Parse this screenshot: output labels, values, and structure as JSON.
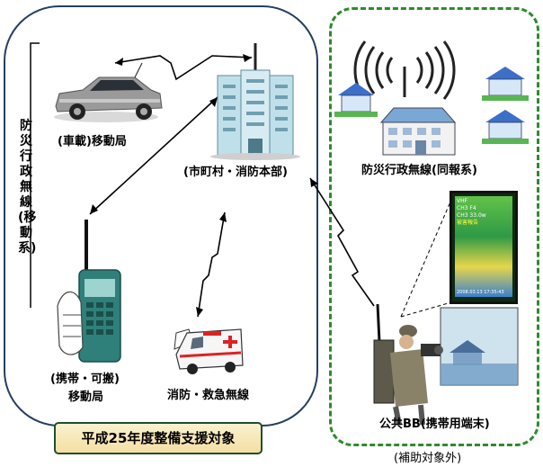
{
  "regions": {
    "subsidy_target": {
      "banner": "平成25年度整備支援対象",
      "vertical_title": "防災行政無線(移動系)"
    },
    "subsidy_excluded": {
      "note": "(補助対象外)"
    }
  },
  "nodes": {
    "vehicle": {
      "label": "(車載)移動局",
      "icon": "car-icon"
    },
    "headquarters": {
      "label": "(市町村・消防本部)",
      "icon": "building-icon"
    },
    "handheld": {
      "label_line1": "(携帯・可搬)",
      "label_line2": "移動局",
      "icon": "handheld-radio-icon"
    },
    "ambulance": {
      "label": "消防・救急無線",
      "icon": "ambulance-icon"
    },
    "broadcast": {
      "label": "防災行政無線(同報系)",
      "icon": "broadcast-station-icon"
    },
    "public_bb": {
      "label": "公共BB(携帯用端末)",
      "icon": "photographer-terminal-icon"
    }
  },
  "terminal_screen": {
    "lines": [
      "VHF",
      "CH3 F4",
      "CH3 33.0w",
      "被害報告",
      "2008.03.13 17:35:43"
    ]
  },
  "colors": {
    "left_border": "#24405f",
    "right_border": "#2e8b2e",
    "banner_fill": "#f6e6b5",
    "link_line": "#000000"
  }
}
